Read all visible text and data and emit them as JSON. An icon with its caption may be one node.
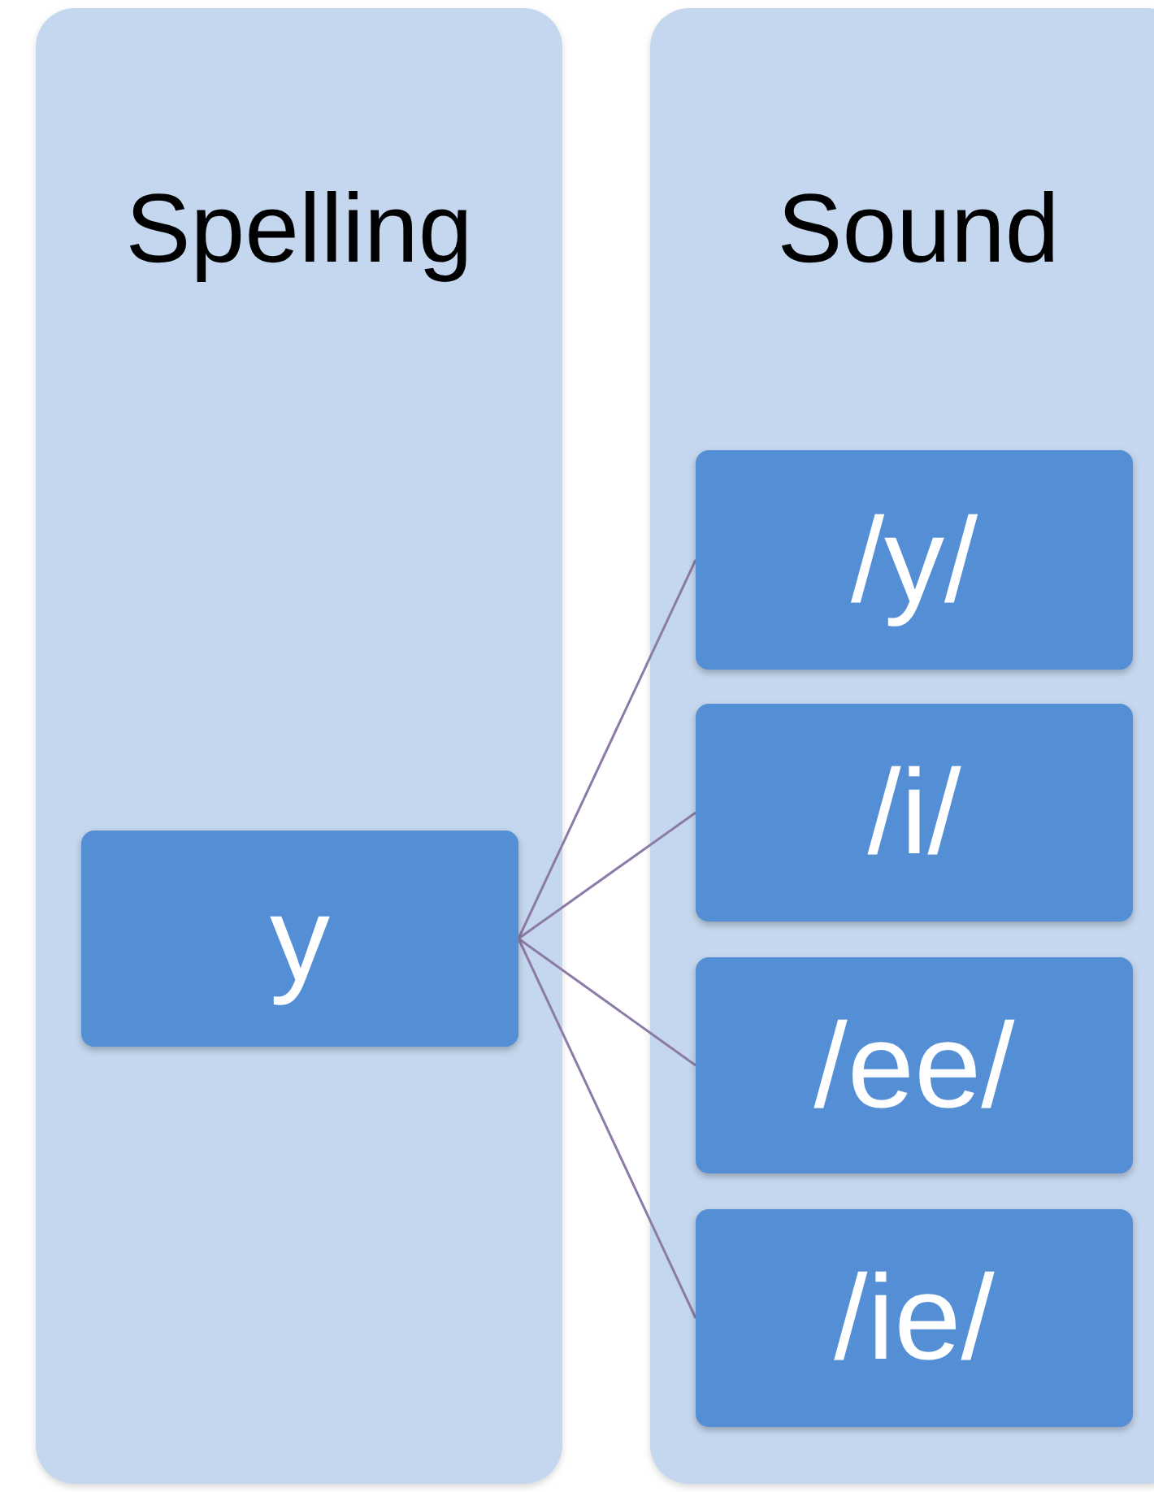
{
  "diagram": {
    "nodes": [
      {
        "text": [
          "Spelling"
        ]
      },
      {
        "text": [
          "Sound"
        ]
      },
      {
        "text": [
          "y"
        ],
        "in": 0
      },
      {
        "text": [
          "/y/"
        ],
        "in": 1
      },
      {
        "text": [
          "/i/"
        ],
        "in": 1
      },
      {
        "text": [
          "/ee/"
        ],
        "in": 1
      },
      {
        "text": [
          "/ie/"
        ],
        "in": 1
      }
    ],
    "edges": [
      {
        "from": 2,
        "to": 3,
        "arrow": "none"
      },
      {
        "from": 2,
        "to": 4,
        "arrow": "none"
      },
      {
        "from": 2,
        "to": 5,
        "arrow": "none"
      },
      {
        "from": 2,
        "to": 6,
        "arrow": "none"
      }
    ]
  }
}
